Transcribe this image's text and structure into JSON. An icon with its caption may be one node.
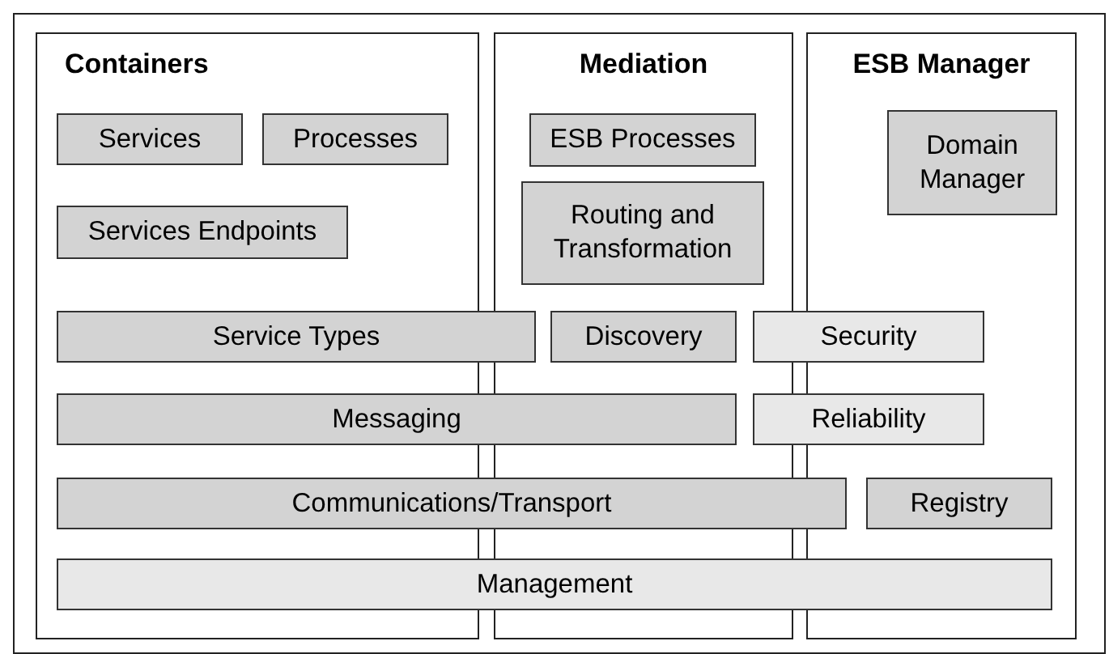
{
  "diagram": {
    "nodes": [
      {
        "text": [],
        "shape": "box"
      },
      {
        "text": [
          "Containers"
        ],
        "in": 0
      },
      {
        "text": [
          "Mediation"
        ],
        "in": 0
      },
      {
        "text": [
          "ESB Manager"
        ],
        "in": 0
      },
      {
        "text": [
          "Services"
        ],
        "in": 1
      },
      {
        "text": [
          "Processes"
        ],
        "in": 1
      },
      {
        "text": [
          "Services Endpoints"
        ],
        "in": 1
      },
      {
        "text": [
          "ESB Processes"
        ],
        "in": 2
      },
      {
        "text": [
          "Routing and Transformation"
        ],
        "in": 2
      },
      {
        "text": [
          "Domain Manager"
        ],
        "in": 3
      },
      {
        "text": [
          "Service Types"
        ],
        "in": 0
      },
      {
        "text": [
          "Discovery"
        ],
        "in": 2
      },
      {
        "text": [
          "Security"
        ],
        "in": 0
      },
      {
        "text": [
          "Messaging"
        ],
        "in": 0
      },
      {
        "text": [
          "Reliability"
        ],
        "in": 0
      },
      {
        "text": [
          "Communications/Transport"
        ],
        "in": 0
      },
      {
        "text": [
          "Registry"
        ],
        "in": 3
      },
      {
        "text": [
          "Management"
        ],
        "in": 0
      }
    ],
    "edges": []
  }
}
